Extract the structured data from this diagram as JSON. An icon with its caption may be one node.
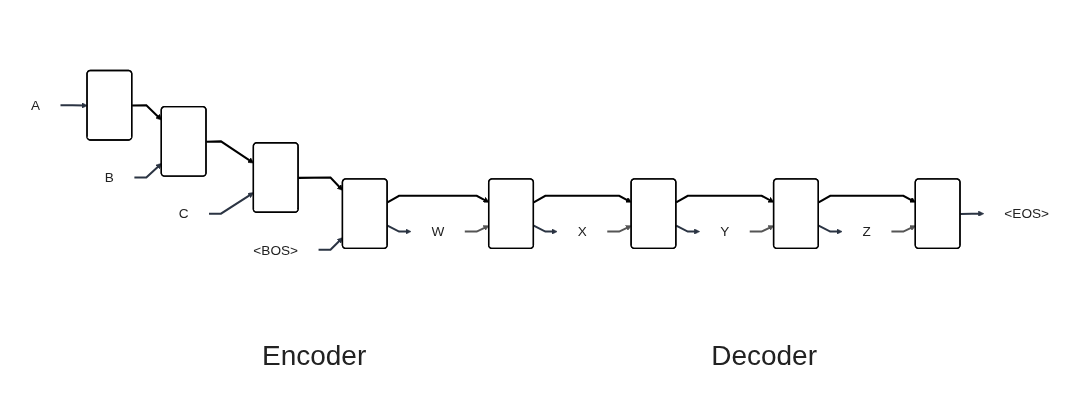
{
  "diagram": {
    "nodes": [
      {
        "text": [],
        "shape": "box"
      },
      {
        "text": [],
        "shape": "box"
      },
      {
        "text": [],
        "shape": "box"
      },
      {
        "text": [],
        "shape": "box"
      },
      {
        "text": [],
        "shape": "box"
      },
      {
        "text": [],
        "shape": "box"
      },
      {
        "text": [],
        "shape": "box"
      },
      {
        "text": [],
        "shape": "box"
      },
      {
        "text": [
          "A"
        ]
      },
      {
        "text": [
          "B"
        ]
      },
      {
        "text": [
          "C"
        ]
      },
      {
        "text": [
          "<BOS>"
        ]
      },
      {
        "text": [
          "W"
        ]
      },
      {
        "text": [
          "X"
        ]
      },
      {
        "text": [
          "Y"
        ]
      },
      {
        "text": [
          "Z"
        ]
      },
      {
        "text": [
          "<EOS>"
        ]
      }
    ],
    "edges": [
      {
        "from": 0,
        "to": 1,
        "arrow": "to",
        "color": "#000000"
      },
      {
        "from": 1,
        "to": 2,
        "arrow": "to",
        "color": "#000000"
      },
      {
        "from": 2,
        "to": 3,
        "arrow": "to",
        "color": "#000000"
      },
      {
        "from": 3,
        "to": 4,
        "arrow": "to",
        "color": "#000000"
      },
      {
        "from": 4,
        "to": 5,
        "arrow": "to",
        "color": "#000000"
      },
      {
        "from": 5,
        "to": 6,
        "arrow": "to",
        "color": "#000000"
      },
      {
        "from": 6,
        "to": 7,
        "arrow": "to",
        "color": "#000000"
      },
      {
        "from": 8,
        "to": 0,
        "arrow": "to",
        "color": "#2b3443"
      },
      {
        "from": 9,
        "to": 1,
        "arrow": "to",
        "color": "#2b3443"
      },
      {
        "from": 10,
        "to": 2,
        "arrow": "to",
        "color": "#2b3443"
      },
      {
        "from": 11,
        "to": 3,
        "arrow": "to",
        "color": "#2b3443"
      },
      {
        "from": 3,
        "to": 12,
        "arrow": "to",
        "color": "#2b3443"
      },
      {
        "from": 4,
        "to": 13,
        "arrow": "to",
        "color": "#2b3443"
      },
      {
        "from": 5,
        "to": 14,
        "arrow": "to",
        "color": "#2b3443"
      },
      {
        "from": 6,
        "to": 15,
        "arrow": "to",
        "color": "#2b3443"
      },
      {
        "from": 7,
        "to": 16,
        "arrow": "to",
        "color": "#2b3443"
      },
      {
        "from": 12,
        "to": 4,
        "arrow": "to",
        "color": "#555555"
      },
      {
        "from": 13,
        "to": 5,
        "arrow": "to",
        "color": "#555555"
      },
      {
        "from": 14,
        "to": 6,
        "arrow": "to",
        "color": "#555555"
      },
      {
        "from": 15,
        "to": 7,
        "arrow": "to",
        "color": "#555555"
      }
    ],
    "labels": [
      "Encoder",
      "Decoder"
    ]
  }
}
